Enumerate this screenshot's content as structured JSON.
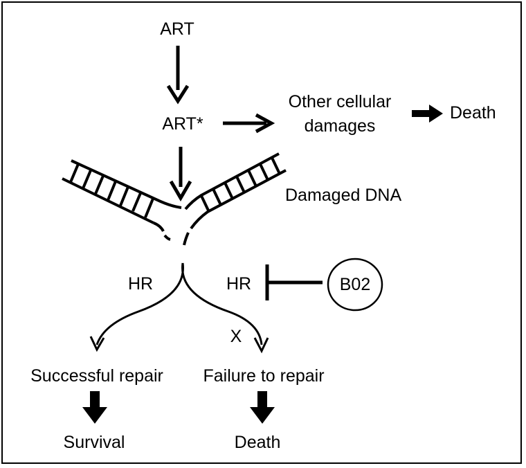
{
  "nodes": {
    "art": "ART",
    "art_star": "ART*",
    "other_damages_line1": "Other cellular",
    "other_damages_line2": "damages",
    "death_top": "Death",
    "damaged_dna": "Damaged DNA",
    "hr_left": "HR",
    "hr_right": "HR",
    "inhibitor": "B02",
    "x_mark": "X",
    "successful_repair": "Successful repair",
    "failure_to_repair": "Failure to repair",
    "survival": "Survival",
    "death_bottom": "Death"
  },
  "colors": {
    "line": "#000000",
    "background": "#ffffff"
  }
}
